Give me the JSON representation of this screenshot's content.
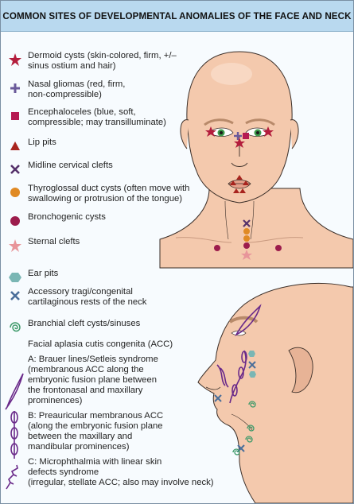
{
  "title": "COMMON SITES OF DEVELOPMENTAL ANOMALIES OF THE FACE AND NECK",
  "legend": [
    {
      "key": "dermoid",
      "symbol": "star",
      "color": "#b31d3c",
      "lines": [
        "Dermoid cysts (skin-colored, firm, +/–",
        "sinus ostium and hair)"
      ]
    },
    {
      "key": "nasal_glioma",
      "symbol": "plus",
      "color": "#6a5a9a",
      "lines": [
        "Nasal gliomas (red, firm,",
        "non-compressible)"
      ]
    },
    {
      "key": "encephalocele",
      "symbol": "square",
      "color": "#b51a52",
      "lines": [
        "Encephaloceles (blue, soft,",
        "compressible; may transilluminate)"
      ]
    },
    {
      "key": "lip_pits",
      "symbol": "triangle",
      "color": "#a8241e",
      "lines": [
        "Lip pits"
      ]
    },
    {
      "key": "midline_cervical",
      "symbol": "x",
      "color": "#54306a",
      "lines": [
        "Midline cervical clefts"
      ]
    },
    {
      "key": "thyroglossal",
      "symbol": "circle",
      "color": "#e08a24",
      "lines": [
        "Thyroglossal duct cysts (often move with",
        "swallowing or protrusion of the tongue)"
      ]
    },
    {
      "key": "bronchogenic",
      "symbol": "circle",
      "color": "#9c1c4c",
      "lines": [
        "Bronchogenic cysts"
      ]
    },
    {
      "key": "sternal",
      "symbol": "star",
      "color": "#e8959a",
      "lines": [
        "Sternal clefts"
      ]
    },
    {
      "key": "ear_pits",
      "symbol": "hexagon",
      "color": "#7ab6b4",
      "lines": [
        "Ear pits"
      ]
    },
    {
      "key": "accessory_tragi",
      "symbol": "x",
      "color": "#4a6e9a",
      "lines": [
        "Accessory tragi/congenital",
        "cartilaginous rests of the neck"
      ]
    },
    {
      "key": "branchial",
      "symbol": "spiral",
      "color": "#3e9a6a",
      "lines": [
        "Branchial cleft cysts/sinuses"
      ]
    },
    {
      "key": "acc_heading",
      "symbol": "none",
      "color": "#222222",
      "lines": [
        "Facial aplasia cutis congenita (ACC)"
      ]
    },
    {
      "key": "acc_a",
      "symbol": "acc-a",
      "color": "#6a2a8a",
      "lines": [
        "A: Brauer lines/Setleis syndrome",
        "(membranous ACC along the",
        "embryonic fusion plane between",
        "the frontonasal and maxillary",
        "prominences)"
      ]
    },
    {
      "key": "acc_b",
      "symbol": "acc-b",
      "color": "#6a2a8a",
      "lines": [
        "B: Preauricular membranous ACC",
        "(along the embryonic fusion plane",
        "between the maxillary and",
        "mandibular prominences)"
      ]
    },
    {
      "key": "acc_c",
      "symbol": "acc-c",
      "color": "#6a2a8a",
      "lines": [
        "C: Microphthalmia with linear skin",
        "defects syndrome",
        "(irregular, stellate ACC; also may involve neck)"
      ]
    }
  ],
  "colors": {
    "skin": "#f4c9ad",
    "skin_shadow": "#e7b396",
    "outline": "#3a2e28",
    "brow": "#b88a6a",
    "iris": "#3c9a4a",
    "lips": "#e6a08a",
    "background": "#f7fbfe",
    "title_bar": "#b9d9ef"
  }
}
